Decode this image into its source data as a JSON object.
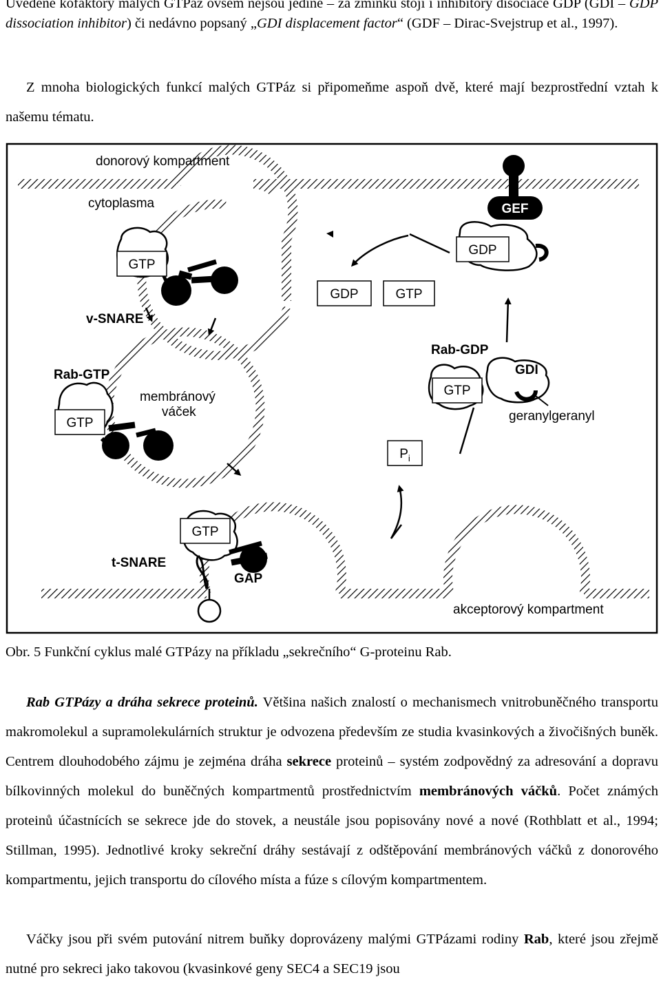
{
  "paragraph1": {
    "t1": "Uvedené kofaktory malých GTPáz ovšem nejsou jediné – za zmínku stojí i inhibitory disociace GDP (GDI – ",
    "t2": "GDP dissociation inhibitor",
    "t3": ") či nedávno popsaný „",
    "t4": "GDI displacement factor",
    "t5": "“ (GDF – Dirac-Svejstrup et al., 1997)."
  },
  "paragraph2": "Z mnoha biologických funkcí malých GTPáz si připomeňme aspoň dvě, které mají bezprostřední vztah k našemu tématu.",
  "figure": {
    "donor_label": "donorový kompartment",
    "cytoplasm_label": "cytoplasma",
    "gef_label": "GEF",
    "gtp_top_label": "GTP",
    "gdp_top_label": "GDP",
    "gdp_mid_label": "GDP",
    "gtp_mid_label": "GTP",
    "vsnare_label": "v-SNARE",
    "rab_gdp_label": "Rab-GDP",
    "gdi_label": "GDI",
    "rab_gtp_label": "Rab-GTP",
    "vesicle_label_1": "membránový",
    "vesicle_label_2": "váček",
    "gtp_left_label": "GTP",
    "gtp_right_label": "GTP",
    "geranyl_label": "geranylgeranyl",
    "pi_label": "P",
    "pi_sub": "i",
    "gtp_bottom_label": "GTP",
    "tsnare_label": "t-SNARE",
    "gap_label": "GAP",
    "acceptor_label": "akceptorový kompartment"
  },
  "caption": "Obr. 5 Funkční cyklus malé GTPázy na příkladu „sekrečního“ G-proteinu Rab.",
  "paragraph3": {
    "heading": "Rab GTPázy a dráha sekrece proteinů.",
    "t1": " Většina našich znalostí o mechanismech vnitrobuněčného transportu makromolekul a supramolekulárních struktur je odvozena především ze studia kvasinkových a živočišných buněk. Centrem dlouhodobého zájmu je zejména dráha ",
    "b1": "sekrece",
    "t2": " proteinů – systém zodpovědný za adresování a dopravu bílkovinných molekul do buněčných kompartmentů prostřednictvím ",
    "b2": "membránových váčků",
    "t3": ". Počet známých proteinů účastnících se sekrece jde do stovek, a neustále jsou popisovány nové a nové (Rothblatt et al., 1994; Stillman, 1995). Jednotlivé kroky sekreční dráhy sestávají z odštěpování membránových váčků z donorového kompartmentu, jejich transportu do cílového místa a fúze s cílovým kompartmentem."
  },
  "paragraph4": {
    "t1": "Váčky jsou při svém putování nitrem buňky doprovázeny malými GTPázami rodiny ",
    "b1": "Rab",
    "t2": ", které jsou zřejmě nutné pro sekreci jako takovou (kvasinkové geny SEC4 a SEC19 jsou"
  }
}
